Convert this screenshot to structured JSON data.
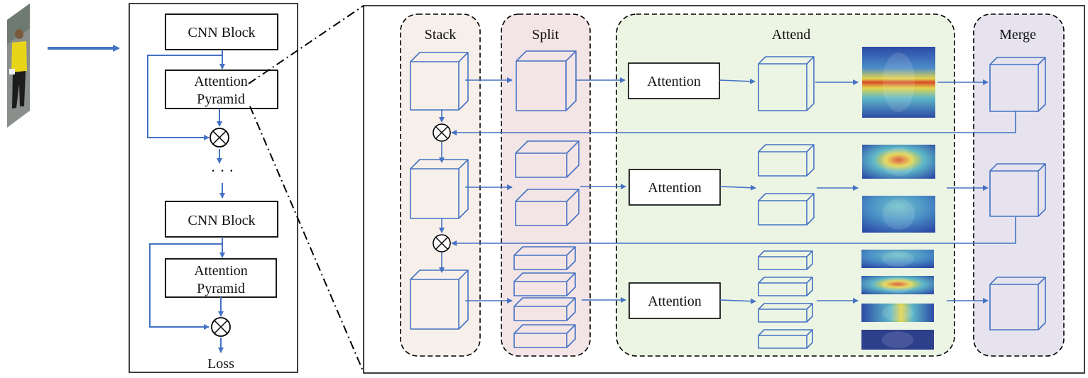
{
  "left_panel": {
    "cnn_block_1": "CNN Block",
    "attention_pyramid_1_line1": "Attention",
    "attention_pyramid_1_line2": "Pyramid",
    "ellipsis": "· · ·",
    "cnn_block_2": "CNN Block",
    "attention_pyramid_2_line1": "Attention",
    "attention_pyramid_2_line2": "Pyramid",
    "loss": "Loss"
  },
  "stages": {
    "stack": "Stack",
    "split": "Split",
    "attend": "Attend",
    "merge": "Merge"
  },
  "attention_label": "Attention",
  "colors": {
    "blue": "#4472c4",
    "stack_bg": "#f7efe9",
    "split_bg": "#f3e4e6",
    "attend_bg": "#ecf5e3",
    "merge_bg": "#e6e3ee",
    "outline": "#000000",
    "heat_blue": "#2c4aa6",
    "heat_cyan": "#5fb8c9",
    "heat_yellow": "#e3d44a",
    "heat_red": "#d64a2a"
  },
  "icons": {
    "multiply": "circle-times-icon",
    "arrow": "arrow-right-icon",
    "person": "person-image"
  }
}
